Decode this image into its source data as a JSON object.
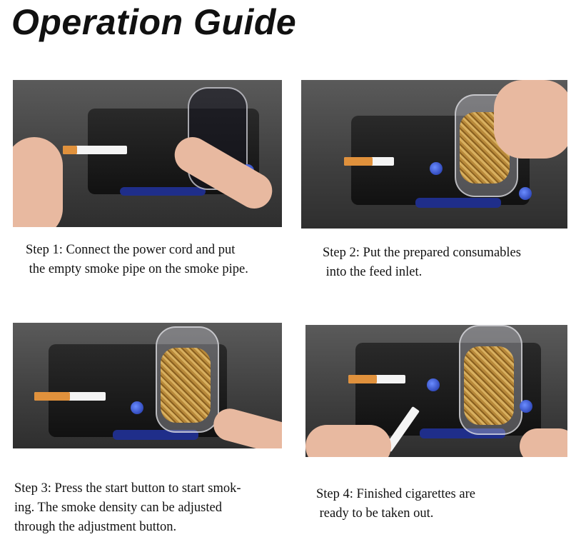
{
  "title": "Operation Guide",
  "steps": [
    {
      "lines": [
        "Step 1: Connect the power cord and put",
        " the empty smoke pipe on the smoke pipe."
      ]
    },
    {
      "lines": [
        "Step 2: Put the prepared consumables",
        " into the feed inlet."
      ]
    },
    {
      "lines": [
        "Step 3: Press the start button to start smok-",
        "ing. The smoke density can be adjusted",
        "through the adjustment button."
      ]
    },
    {
      "lines": [
        "Step 4: Finished cigarettes are",
        " ready to be taken out."
      ]
    }
  ]
}
